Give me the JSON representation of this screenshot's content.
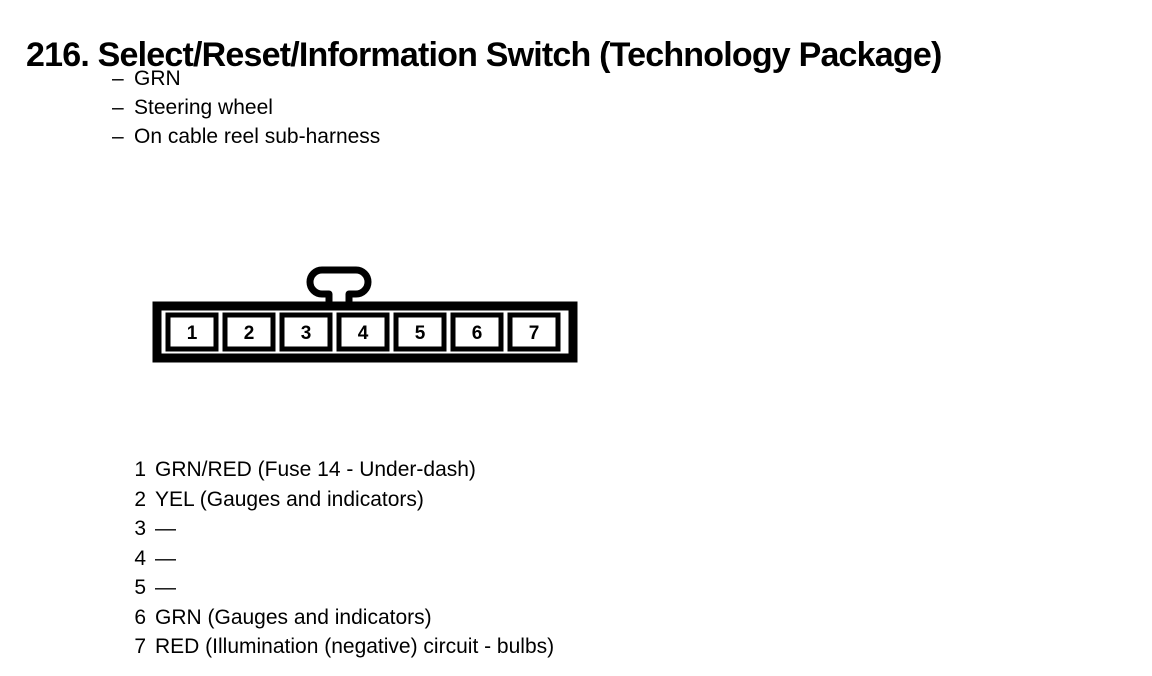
{
  "page": {
    "title": "216. Select/Reset/Information Switch (Technology Package)",
    "notes": [
      {
        "dash": "–",
        "text": "GRN"
      },
      {
        "dash": "–",
        "text": "Steering wheel"
      },
      {
        "dash": "–",
        "text": "On cable reel sub-harness"
      }
    ]
  },
  "connector": {
    "name": "7-cavity connector",
    "cavity_count": 7,
    "cavities": [
      {
        "number": "1"
      },
      {
        "number": "2"
      },
      {
        "number": "3"
      },
      {
        "number": "4"
      },
      {
        "number": "5"
      },
      {
        "number": "6"
      },
      {
        "number": "7"
      }
    ],
    "latch_position_after_cavity": 4,
    "line_color": "#000000",
    "fill_color": "#ffffff"
  },
  "pin_legend": [
    {
      "number": "1",
      "description": "GRN/RED (Fuse 14 - Under-dash)"
    },
    {
      "number": "2",
      "description": "YEL (Gauges and indicators)"
    },
    {
      "number": "3",
      "description": "—"
    },
    {
      "number": "4",
      "description": "—"
    },
    {
      "number": "5",
      "description": "—"
    },
    {
      "number": "6",
      "description": "GRN (Gauges and indicators)"
    },
    {
      "number": "7",
      "description": "RED (Illumination (negative) circuit - bulbs)"
    }
  ]
}
